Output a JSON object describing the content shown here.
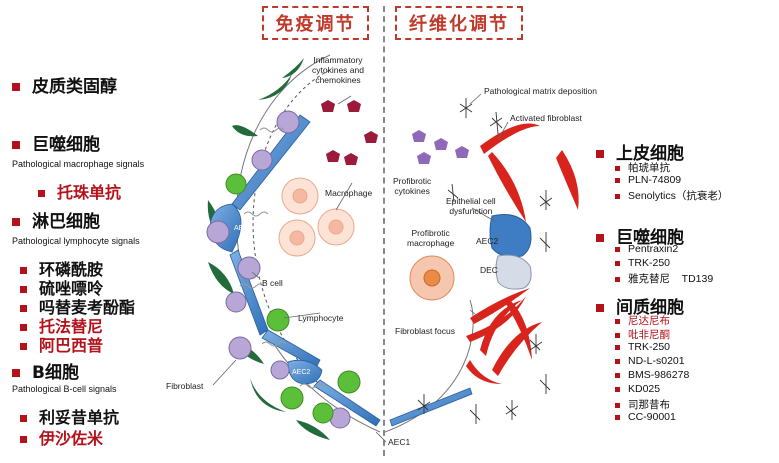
{
  "headers": {
    "immune": "免疫调节",
    "fibrosis": "纤维化调节"
  },
  "left_list": [
    {
      "text": "皮质类固醇",
      "type": "big"
    },
    {
      "text": "巨噬细胞",
      "type": "big"
    },
    {
      "text": "Pathological macrophage signals",
      "type": "sig"
    },
    {
      "text": "托珠单抗",
      "type": "drug",
      "color": "red"
    },
    {
      "text": "淋巴细胞",
      "type": "big"
    },
    {
      "text": "Pathological lymphocyte signals",
      "type": "sig"
    },
    {
      "text": "环磷酰胺",
      "type": "drug",
      "color": "black"
    },
    {
      "text": "硫唑嘌呤",
      "type": "drug",
      "color": "black"
    },
    {
      "text": "吗替麦考酚酯",
      "type": "drug",
      "color": "black"
    },
    {
      "text": "托法替尼",
      "type": "drug",
      "color": "red"
    },
    {
      "text": "阿巴西普",
      "type": "drug",
      "color": "red"
    },
    {
      "text": "B细胞",
      "type": "big"
    },
    {
      "text": "Pathological B-cell signals",
      "type": "sig"
    },
    {
      "text": "利妥昔单抗",
      "type": "drug",
      "color": "black"
    },
    {
      "text": "伊沙佐米",
      "type": "drug",
      "color": "red"
    }
  ],
  "diagram_labels": {
    "inflammatory": "Inflammatory\ncytokines and\nchemokines",
    "macrophage": "Macrophage",
    "aec2_left": "AEC2",
    "bcell": "B cell",
    "lymphocyte": "Lymphocyte",
    "fibroblast": "Fibroblast",
    "aec2_bottom": "AEC2",
    "aec1": "AEC1",
    "matrix": "Pathological matrix deposition",
    "activated_fibroblast": "Activated fibroblast",
    "profibrotic_cytokines": "Profibrotic\ncytokines",
    "epithelial": "Epithelial cell\ndysfunction",
    "profibrotic_macrophage": "Profibrotic\nmacrophage",
    "aec2_right": "AEC2",
    "dec": "DEC",
    "fibroblast_focus": "Fibroblast focus"
  },
  "right_groups": [
    {
      "title": "上皮细胞",
      "items": [
        {
          "text": "帕琥单抗",
          "color": "black"
        },
        {
          "text": "PLN-74809",
          "color": "black"
        },
        {
          "text": "Senolytics（抗衰老）",
          "color": "black"
        }
      ]
    },
    {
      "title": "巨噬细胞",
      "items": [
        {
          "text": "Pentraxin2",
          "color": "black"
        },
        {
          "text": "TRK-250",
          "color": "black"
        },
        {
          "text": "雅克替尼    TD139",
          "color": "black"
        }
      ]
    },
    {
      "title": "间质细胞",
      "items": [
        {
          "text": "尼达尼布",
          "color": "red"
        },
        {
          "text": "吡非尼酮",
          "color": "red"
        },
        {
          "text": "TRK-250",
          "color": "black"
        },
        {
          "text": "ND-L-s0201",
          "color": "black"
        },
        {
          "text": "BMS-986278",
          "color": "black"
        },
        {
          "text": "KD025",
          "color": "black"
        },
        {
          "text": "司那昔布",
          "color": "black"
        },
        {
          "text": "CC-90001",
          "color": "black"
        }
      ]
    }
  ],
  "colors": {
    "accent_red": "#b3121b",
    "header_red": "#c0392b",
    "green_cell": "#5cbf3a",
    "purple_cell": "#b7a6d6",
    "blue_epithelial": "#3e7cc4",
    "fibroblast_red": "#d8241d",
    "fibroblast_green": "#236b3a"
  }
}
